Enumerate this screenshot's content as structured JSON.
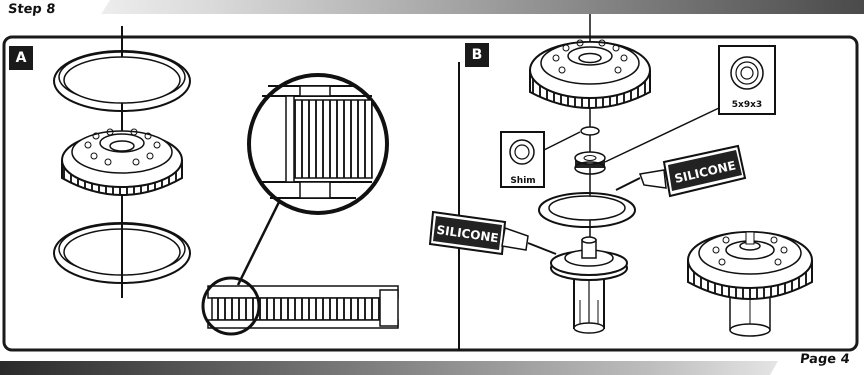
{
  "header": {
    "step_label": "Step 8"
  },
  "panels": [
    {
      "id": "A",
      "label": "A"
    },
    {
      "id": "B",
      "label": "B"
    }
  ],
  "callouts": {
    "shim_label": "Shim",
    "bearing_label": "5x9x3",
    "silicone_tube_1": "SILICONE",
    "silicone_tube_2": "SILICONE"
  },
  "footer": {
    "page_label": "Page 4"
  }
}
